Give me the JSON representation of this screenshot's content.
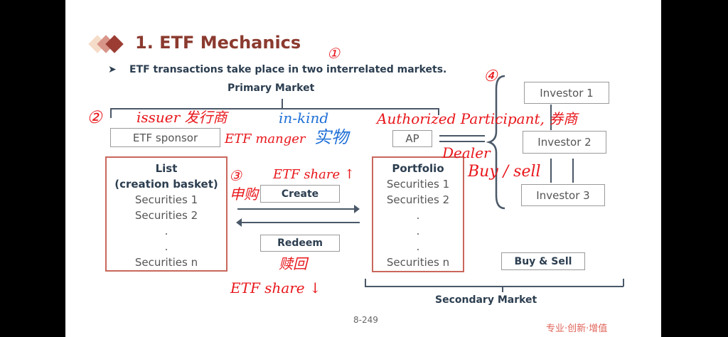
{
  "title": "1. ETF Mechanics",
  "bullet": "ETF transactions take place in two interrelated markets.",
  "primary_market": "Primary Market",
  "secondary_market": "Secondary Market",
  "etf_sponsor": "ETF sponsor",
  "list_box": {
    "title": "List",
    "subtitle": "(creation basket)",
    "items": [
      "Securities 1",
      "Securities 2",
      ".",
      ".",
      "Securities n"
    ]
  },
  "portfolio_box": {
    "title": "Portfolio",
    "items": [
      "Securities 1",
      "Securities 2",
      ".",
      ".",
      ".",
      "Securities n"
    ]
  },
  "create": "Create",
  "redeem": "Redeem",
  "ap": "AP",
  "investors": [
    "Investor 1",
    "Investor 2",
    "Investor 3"
  ],
  "buy_sell": "Buy & Sell",
  "page_number": "8-249",
  "slogan": "专业·创新·增值",
  "annotations": {
    "n1": "①",
    "n2": "②",
    "n3": "③",
    "n4": "④",
    "issuer": "issuer 发行商",
    "etf_manager": "ETF manger",
    "in_kind": "in-kind",
    "in_kind_cn": "实物",
    "authorized": "Authorized Participant, 券商",
    "dealer": "Dealer",
    "buy_sell": "Buy / sell",
    "shen_gou": "申购",
    "etf_share_up": "ETF share ↑",
    "shu_hui": "赎回",
    "etf_share_down": "ETF share ↓"
  },
  "colors": {
    "title": "#8b3a2f",
    "ink_red": "#e8161b",
    "ink_blue": "#1e6fd6"
  }
}
